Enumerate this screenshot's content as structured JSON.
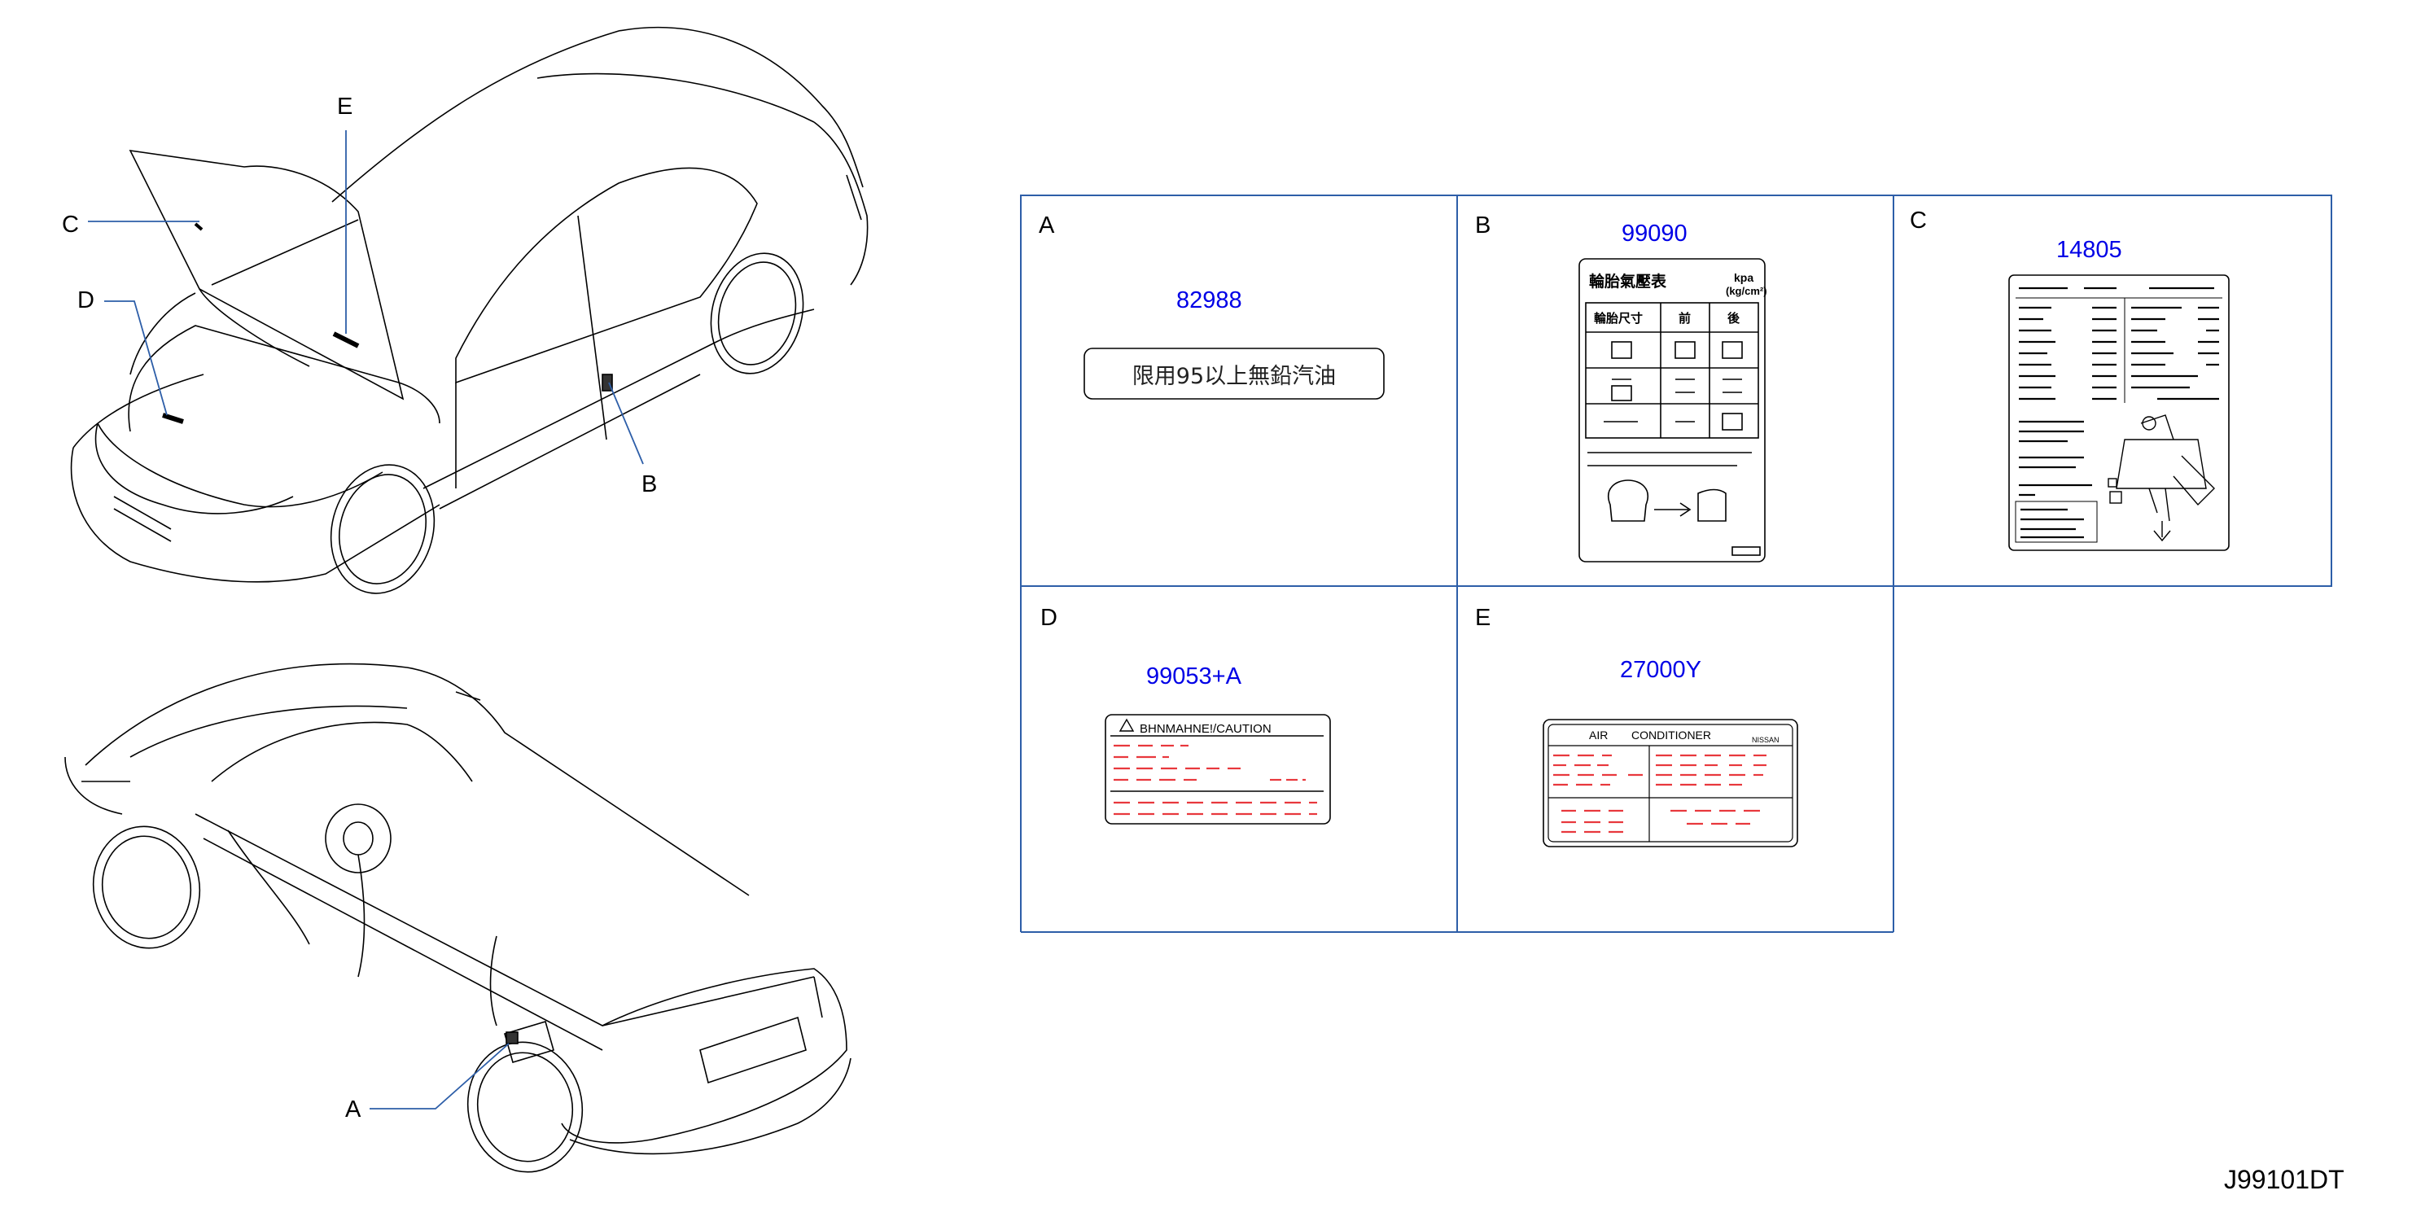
{
  "diagram_id": "J99101DT",
  "callouts": {
    "A": "A",
    "B": "B",
    "C": "C",
    "D": "D",
    "E": "E"
  },
  "panels": [
    {
      "letter": "A",
      "part_number": "82988",
      "label_text": "限用95以上無鉛汽油"
    },
    {
      "letter": "B",
      "part_number": "99090",
      "title": "輪胎氣壓表",
      "unit_line1": "kpa",
      "unit_line2": "(kg/cm²)",
      "col_size": "輪胎尺寸",
      "col_front": "前",
      "col_rear": "後"
    },
    {
      "letter": "C",
      "part_number": "14805"
    },
    {
      "letter": "D",
      "part_number": "99053+A",
      "caution": "BHNMAHNE!/CAUTION"
    },
    {
      "letter": "E",
      "part_number": "27000Y",
      "ac_left": "AIR",
      "ac_mid": "CONDITIONER",
      "brand": "NISSAN"
    }
  ],
  "colors": {
    "frame": "#2d5ea8",
    "part_number": "#0000e6",
    "dashes": "#e8383d"
  }
}
